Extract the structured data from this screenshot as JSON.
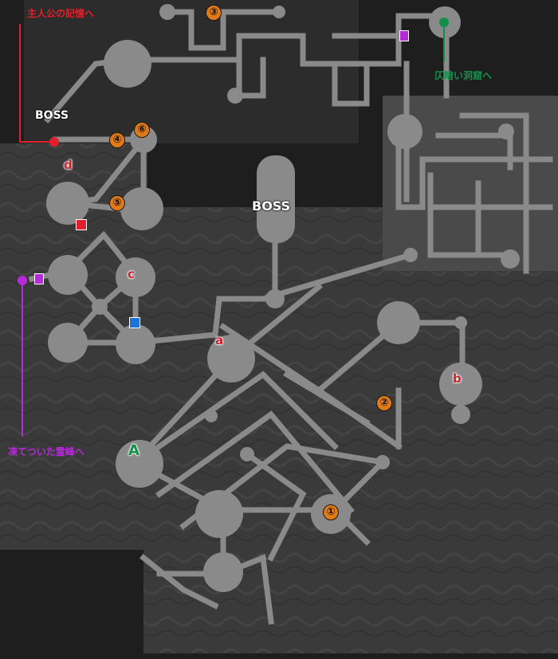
{
  "colors": {
    "red": "#e0202a",
    "purple": "#b62ad9",
    "green": "#11904a",
    "orange": "#e07a16",
    "blue": "#1e73d9",
    "room": "#8a8a8a",
    "floor": "#3a3a3a"
  },
  "labels": {
    "to_memory": "主人公の記憶へ",
    "to_dim_cave": "仄暗い洞窟へ",
    "to_frozen_peak": "凍てついた霊峰へ",
    "boss_left": "BOSS",
    "boss_center": "BOSS"
  },
  "numbers": [
    "①",
    "②",
    "③",
    "④",
    "⑤",
    "⑥"
  ],
  "letters": {
    "a": "a",
    "b": "b",
    "c": "c",
    "d": "d",
    "A": "A"
  },
  "markers": [
    {
      "id": "purple-marker-top",
      "color": "purple"
    },
    {
      "id": "purple-marker-left",
      "color": "purple"
    },
    {
      "id": "red-marker",
      "color": "red"
    },
    {
      "id": "blue-marker",
      "color": "blue"
    }
  ]
}
